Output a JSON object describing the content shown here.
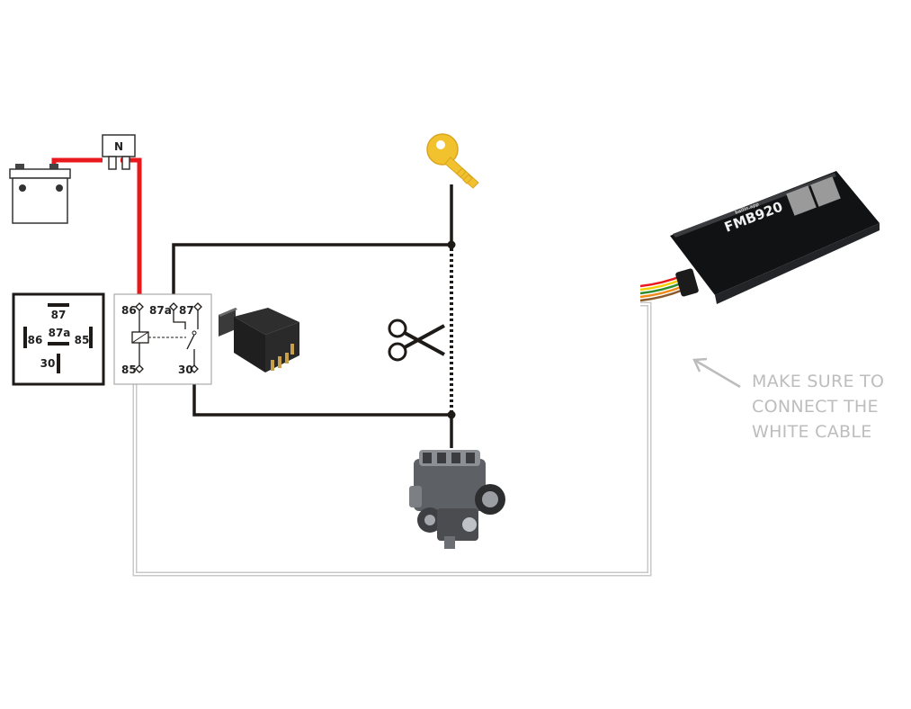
{
  "relay": {
    "pins": {
      "p86": "86",
      "p87a": "87a",
      "p87": "87",
      "p85": "85",
      "p30": "30"
    }
  },
  "reference": {
    "p87": "87",
    "p86": "86",
    "p87a": "87a",
    "p85": "85",
    "p30": "30"
  },
  "fuse_symbol": "N",
  "tracker": {
    "brand": "bailin.app",
    "model": "FMB920"
  },
  "note": {
    "lines": [
      "MAKE SURE TO",
      "CONNECT THE",
      "WHITE CABLE"
    ]
  },
  "colors": {
    "battery_wire": "#e8181c",
    "control_wire": "#1e1a17",
    "white_cable": "#c8c8c8",
    "key": "#f2c12e",
    "note": "#bdbdbd",
    "arrow": "#bcbcbc"
  },
  "icons": [
    "battery-icon",
    "fuse-icon",
    "key-icon",
    "scissors-icon",
    "engine-icon",
    "relay-photo-icon",
    "gps-tracker-icon",
    "arrow-icon"
  ]
}
